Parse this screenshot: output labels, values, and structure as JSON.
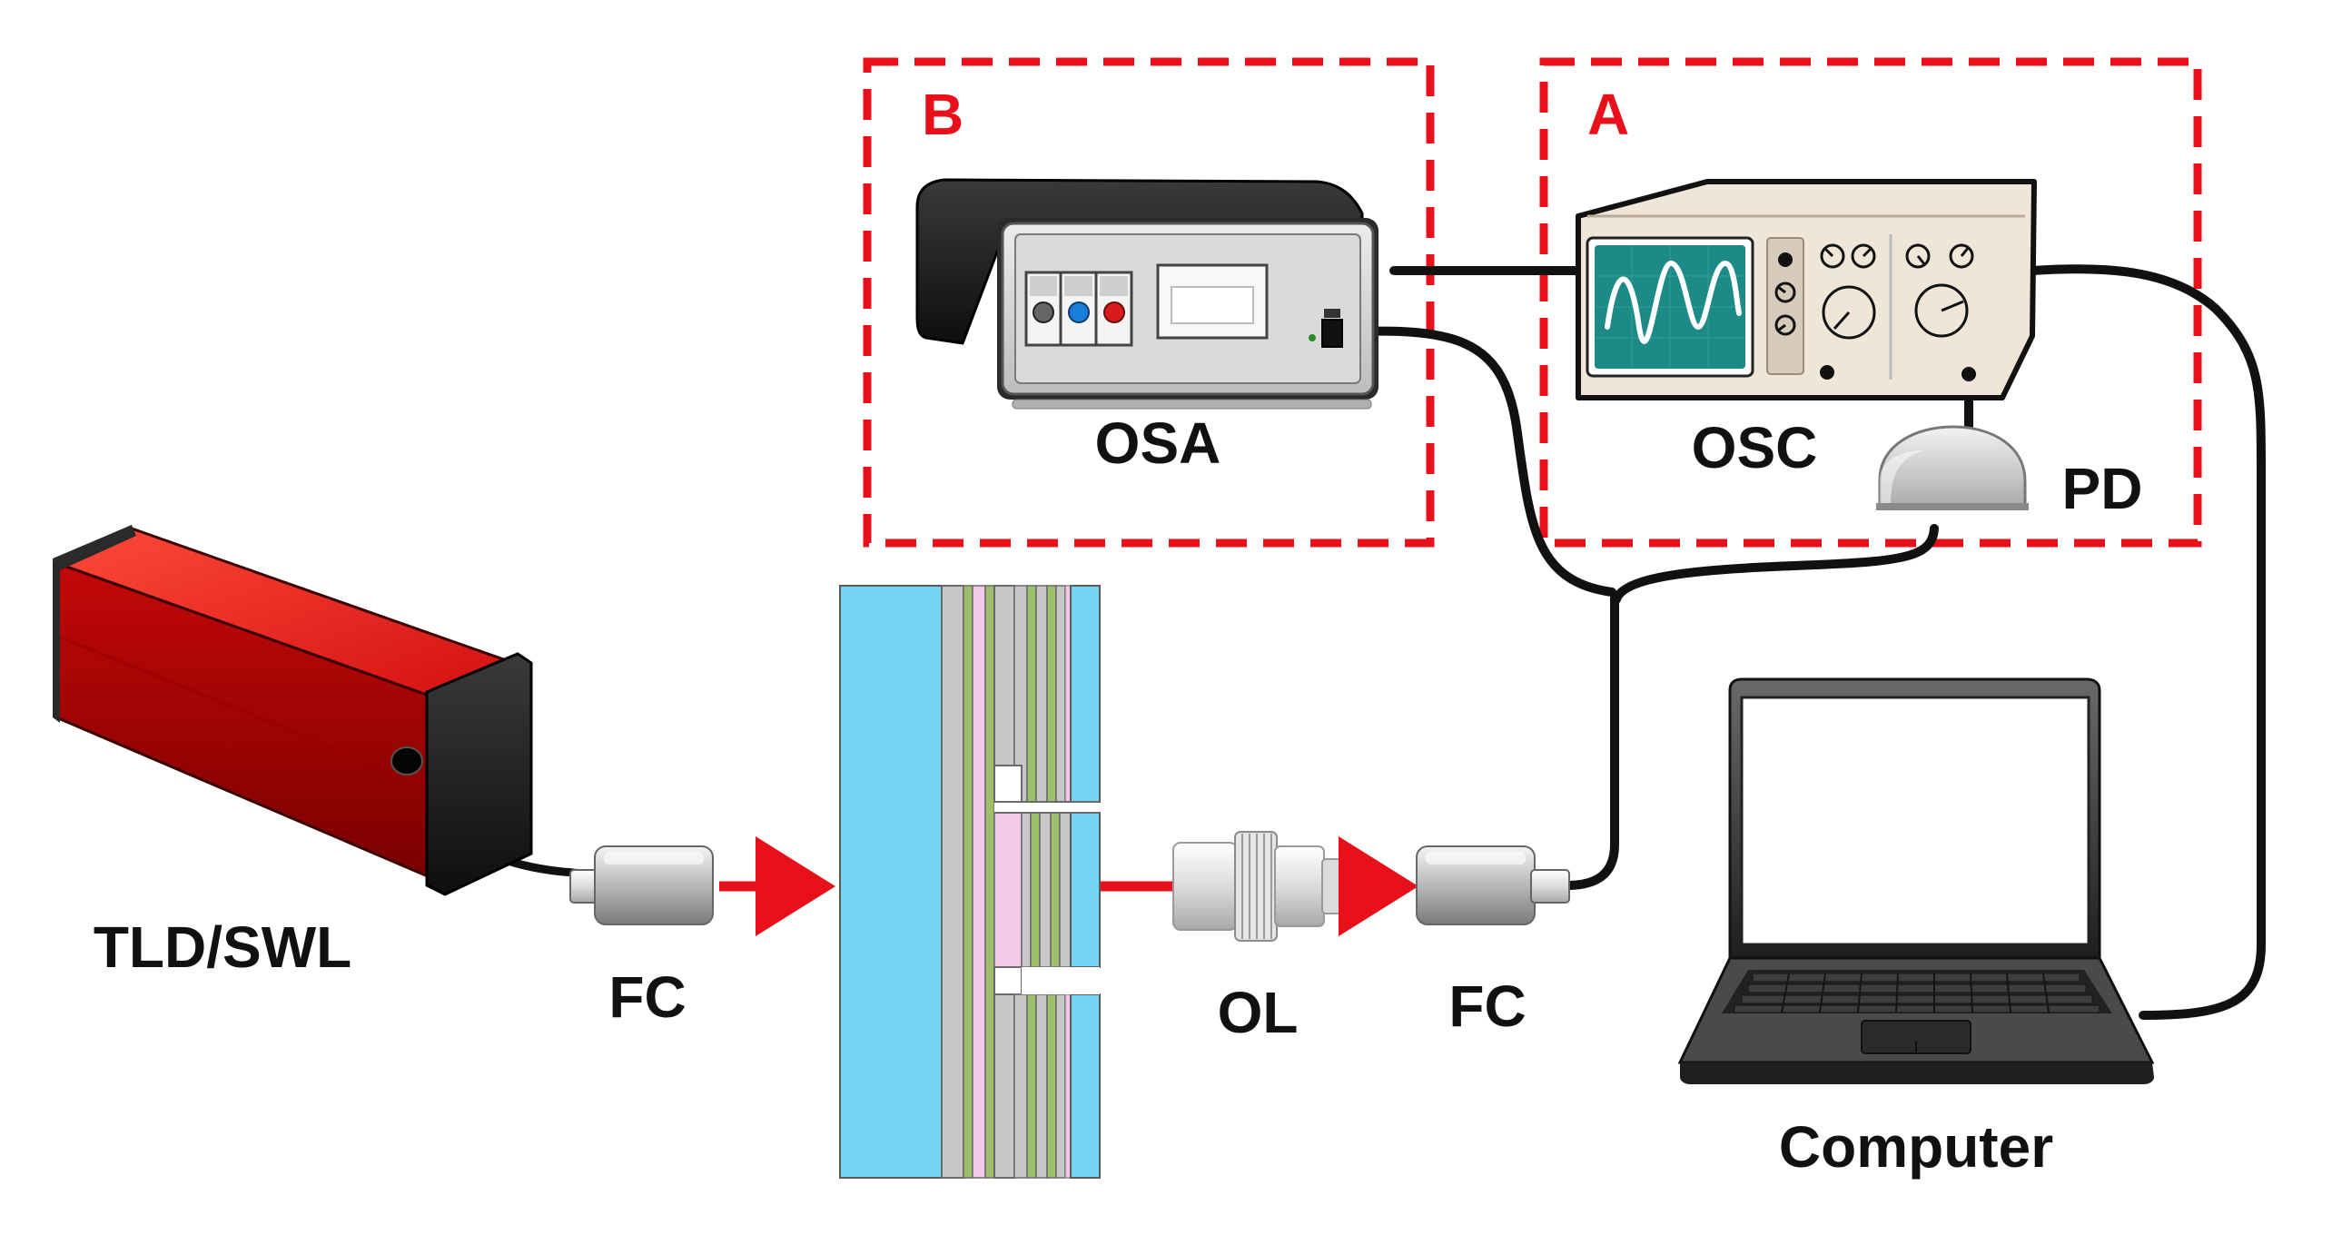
{
  "colors": {
    "dashed_box": "#e8101a",
    "beam": "#e8101a",
    "cable": "#111111",
    "laser_body": "#cc0a0a",
    "substrate": "#74d6f4",
    "layer_gray": "#c8c8c8",
    "layer_green": "#9bbf6b",
    "layer_pink": "#f4c8e8",
    "instrument_face": "#efe6d8",
    "osc_screen": "#1c8a86"
  },
  "boxes": {
    "b": {
      "label": "B"
    },
    "a": {
      "label": "A"
    }
  },
  "labels": {
    "osa": "OSA",
    "osc": "OSC",
    "pd": "PD",
    "tld": "TLD/SWL",
    "fc_left": "FC",
    "ol": "OL",
    "fc_right": "FC",
    "computer": "Computer"
  },
  "icons": {
    "laser": "laser-source-icon",
    "fiber_coupler": "fiber-coupler-icon",
    "sample": "layered-sample-icon",
    "objective": "objective-lens-icon",
    "osa": "optical-spectrum-analyzer-icon",
    "oscilloscope": "oscilloscope-icon",
    "photodetector": "photodetector-icon",
    "laptop": "laptop-icon"
  }
}
